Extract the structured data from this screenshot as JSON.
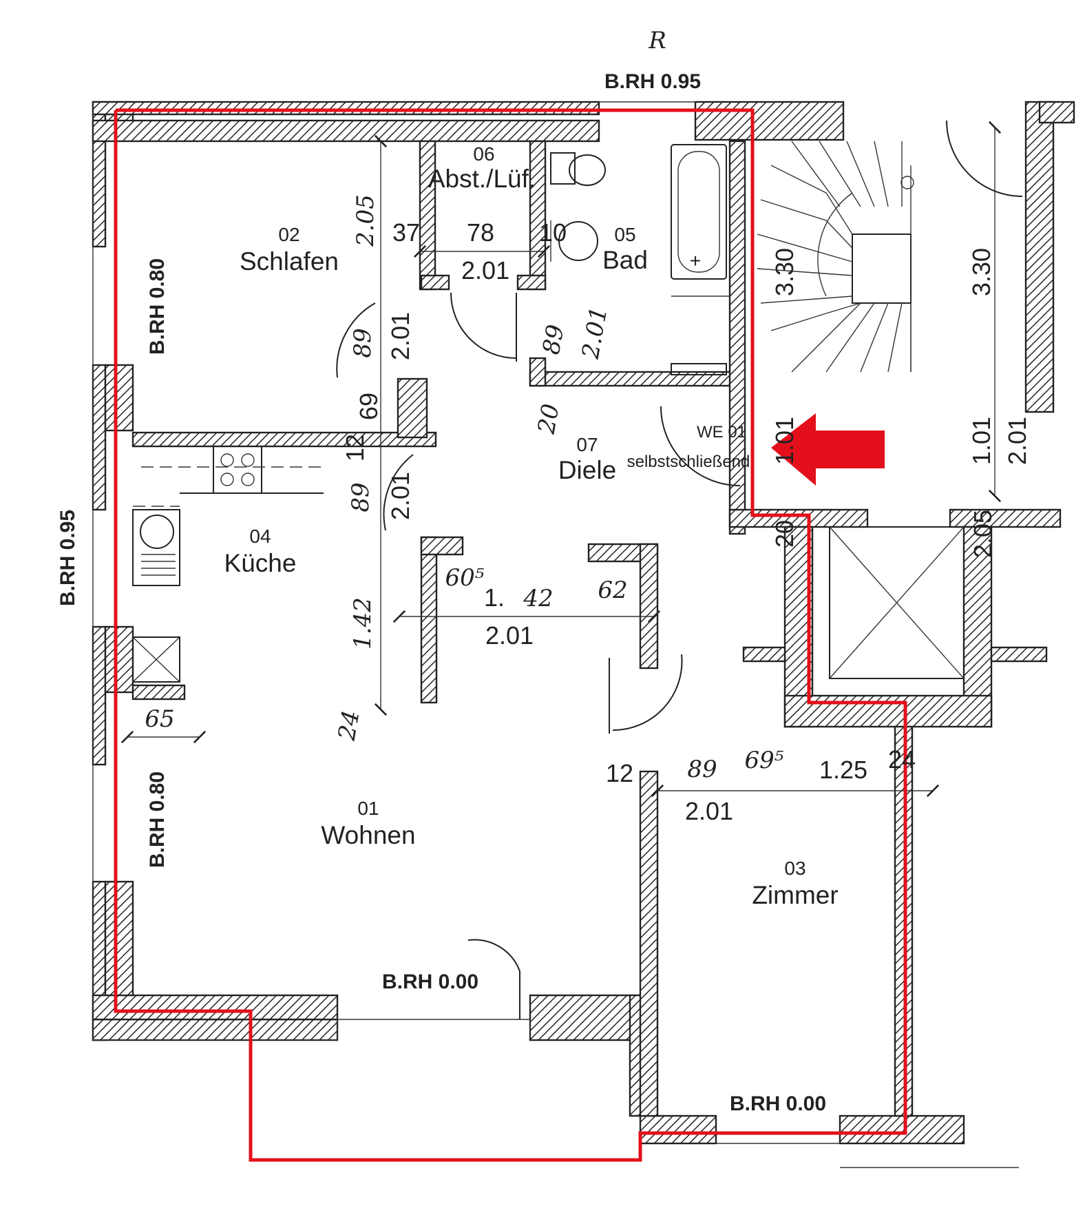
{
  "plan": {
    "top_mark": "R",
    "rooms": [
      {
        "id": "wohnen",
        "number": "01",
        "name": "Wohnen"
      },
      {
        "id": "schlafen",
        "number": "02",
        "name": "Schlafen"
      },
      {
        "id": "zimmer",
        "number": "03",
        "name": "Zimmer"
      },
      {
        "id": "kueche",
        "number": "04",
        "name": "Küche"
      },
      {
        "id": "bad",
        "number": "05",
        "name": "Bad"
      },
      {
        "id": "abst",
        "number": "06",
        "name": "Abst./Lüf."
      },
      {
        "id": "diele",
        "number": "07",
        "name": "Diele"
      }
    ],
    "sill_heights": {
      "top": "B.RH  0.95",
      "left_outer": "B.RH  0.95",
      "schlafen": "B.RH  0.80",
      "wohnen_left": "B.RH  0.80",
      "wohnen_balcony": "B.RH  0.00",
      "zimmer": "B.RH  0.00"
    },
    "entry_door": {
      "label": "WE 01",
      "note": "selbstschließend"
    },
    "dimensions": {
      "schlafen_205": "2.05",
      "abst_37": "37",
      "abst_78": "78",
      "abst_10": "10",
      "abst_201": "2.01",
      "stair_330_a": "3.30",
      "stair_330_b": "3.30",
      "schlafen_door_89": "89",
      "schlafen_door_201": "2.01",
      "bad_door_89": "89",
      "bad_door_201": "2.01",
      "diele_20": "20",
      "diele_69": "69",
      "diele_12": "12",
      "kueche_89": "89",
      "kueche_201": "2.01",
      "landing_101": "1.01",
      "landing_201": "2.01",
      "landing_101_b": "1.01",
      "shaft_20": "20",
      "shaft_205": "2.05",
      "wohnen_142": "1.42",
      "wohnen_605": "60⁵",
      "wohnen_1": "1.",
      "wohnen_42": "42",
      "wohnen_62": "62",
      "wohnen_201": "2.01",
      "wohnen_24": "24",
      "kueche_65": "65",
      "zimmer_12": "12",
      "zimmer_89": "89",
      "zimmer_695": "69⁵",
      "zimmer_125": "1.25",
      "zimmer_24": "24",
      "zimmer_201": "2.01"
    }
  }
}
